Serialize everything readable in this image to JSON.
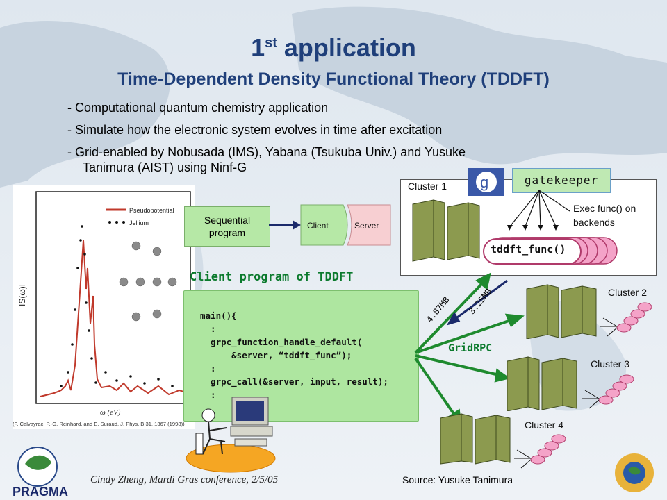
{
  "title": {
    "main": "1",
    "sup": "st",
    "rest": " application",
    "subtitle": "Time-Dependent Density Functional Theory (TDDFT)"
  },
  "bullets": [
    "- Computational quantum chemistry application",
    "- Simulate how the electronic system evolves in time after excitation",
    "- Grid-enabled by Nobusada (IMS), Yabana (Tsukuba Univ.) and Yusuke",
    "Tanimura (AIST) using Ninf-G"
  ],
  "plot": {
    "ylabel": "IS(ω)I",
    "xlabel": "ω (eV)",
    "legend": [
      "Pseudopotential",
      "Jellium"
    ],
    "citation": "(F. Calvayrac, P.-G. Reinhard, and E. Suraud, J. Phys. B 31, 1367 (1998))"
  },
  "sequential": {
    "label": "Sequential program"
  },
  "client_server": {
    "client": "Client",
    "server": "Server"
  },
  "client_program_title": "Client program of TDDFT",
  "code": [
    "main(){",
    "  :",
    "  grpc_function_handle_default(",
    "      &server, “tddft_func”);",
    "  :",
    "  grpc_call(&server, input, result);",
    "  :"
  ],
  "gatekeeper": "gatekeeper",
  "clusters": [
    "Cluster 1",
    "Cluster 2",
    "Cluster 3",
    "Cluster 4"
  ],
  "exec_note": "Exec func() on backends",
  "tddft_func": "tddft_func()",
  "transfer": {
    "up": "4.87MB",
    "down": "3.25MB"
  },
  "gridrpc": "GridRPC",
  "footer": {
    "author": "Cindy Zheng, Mardi Gras conference, 2/5/05",
    "source": "Source: Yusuke Tanimura",
    "logo": "PRAGMA"
  },
  "colors": {
    "title": "#1f3f7a",
    "green": "#0b7a2d",
    "arrow_green": "#1e8a2e",
    "navy": "#1b2a6b"
  }
}
